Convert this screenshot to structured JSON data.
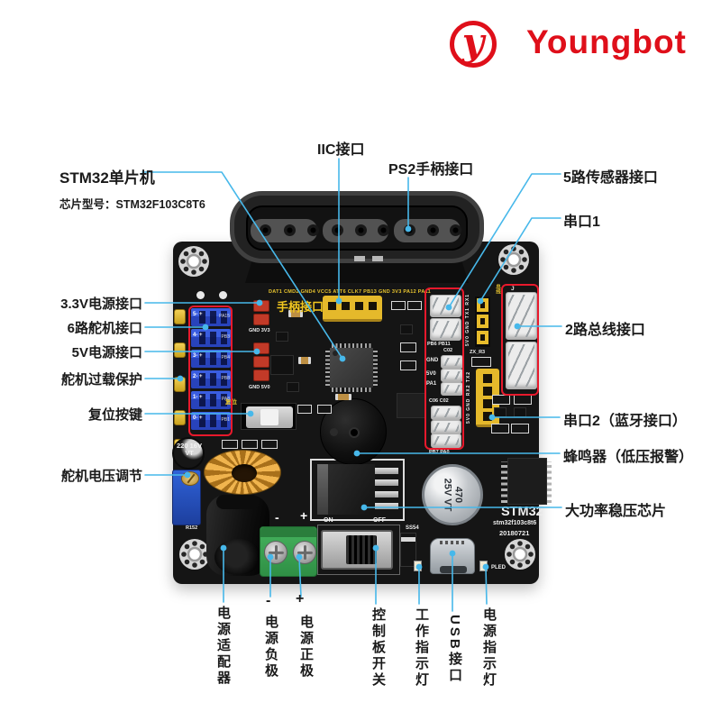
{
  "logo": {
    "glyph": "y",
    "text": "Youngbot"
  },
  "colors": {
    "accent_line": "#47b8ea",
    "highlight_box": "#e8192c",
    "logo_red": "#df0f1a"
  },
  "callouts": {
    "stm32": {
      "title": "STM32单片机",
      "subtitle": "芯片型号：STM32F103C8T6"
    },
    "iic": "IIC接口",
    "ps2": "PS2手柄接口",
    "left": [
      "3.3V电源接口",
      "6路舵机接口",
      "5V电源接口",
      "舵机过载保护",
      "复位按键",
      "舵机电压调节"
    ],
    "right": [
      "5路传感器接口",
      "串口1",
      "2路总线接口",
      "串口2（蓝牙接口）",
      "蜂鸣器（低压报警）",
      "大功率稳压芯片"
    ],
    "bottom": [
      {
        "sign": "",
        "text": "电源适配器"
      },
      {
        "sign": "-",
        "text": "电源负极"
      },
      {
        "sign": "+",
        "text": "电源正极"
      },
      {
        "sign": "",
        "text": "控制板开关"
      },
      {
        "sign": "",
        "text": "工作指示灯"
      },
      {
        "sign": "",
        "text": "USB接口"
      },
      {
        "sign": "",
        "text": "电源指示灯"
      }
    ]
  },
  "board": {
    "pin_row": "DAT1 CMD2 GND4 VCC5 ATT6 CLK7 PB13 GND 3V3 PA12 PA11",
    "handle_port": "手柄接口",
    "jumper_3v3": "GND 3V3",
    "jumper_5v": "GND 5V0",
    "reset_label": "复位",
    "servo_rows": [
      {
        "label": "5- +",
        "pin": "PA15"
      },
      {
        "label": "4- +",
        "pin": "PB3"
      },
      {
        "label": "3- +",
        "pin": "PB4"
      },
      {
        "label": "2- +",
        "pin": "PB8"
      },
      {
        "label": "1- +",
        "pin": "PA8"
      },
      {
        "label": "0- +",
        "pin": "PB1"
      }
    ],
    "sensor": {
      "top": "PB6 PB11",
      "c02": "C02",
      "gnd": "GND",
      "v5": "5V0",
      "pa1": "PA1",
      "c06": "C06 C02",
      "bottom": "PB7 PA0"
    },
    "uart1_pins": "5V0 GND TX1 RX1",
    "uart2_pins": "5V0 GND RX2 TX2",
    "zx_r3": "ZX_R3",
    "bus_j": "J",
    "bus_vert": "总线",
    "cap_small": "220 16V VT",
    "cap_big": "470 25V VT",
    "r152": "R152",
    "on": "ON",
    "off": "OFF",
    "ss54": "SS54",
    "pled": "PLED",
    "name": "STM32",
    "model": "stm32f103c8t6",
    "date": "20180721"
  }
}
